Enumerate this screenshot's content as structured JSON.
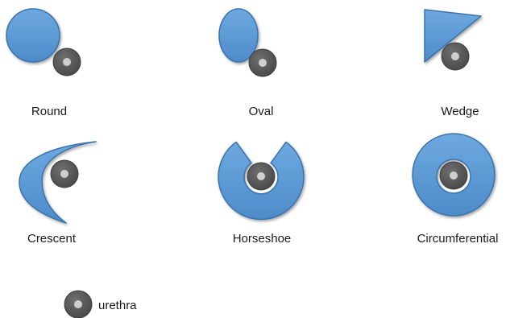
{
  "shapes": [
    {
      "id": "round",
      "label": "Round"
    },
    {
      "id": "oval",
      "label": "Oval"
    },
    {
      "id": "wedge",
      "label": "Wedge"
    },
    {
      "id": "crescent",
      "label": "Crescent"
    },
    {
      "id": "horseshoe",
      "label": "Horseshoe"
    },
    {
      "id": "circumferential",
      "label": "Circumferential"
    }
  ],
  "legend": {
    "label": "urethra"
  },
  "colors": {
    "shape_fill": "#5b9bd5",
    "shape_stroke": "#3a73ad",
    "urethra_ring": "#5e5e5e",
    "urethra_center": "#c9c9c9"
  }
}
